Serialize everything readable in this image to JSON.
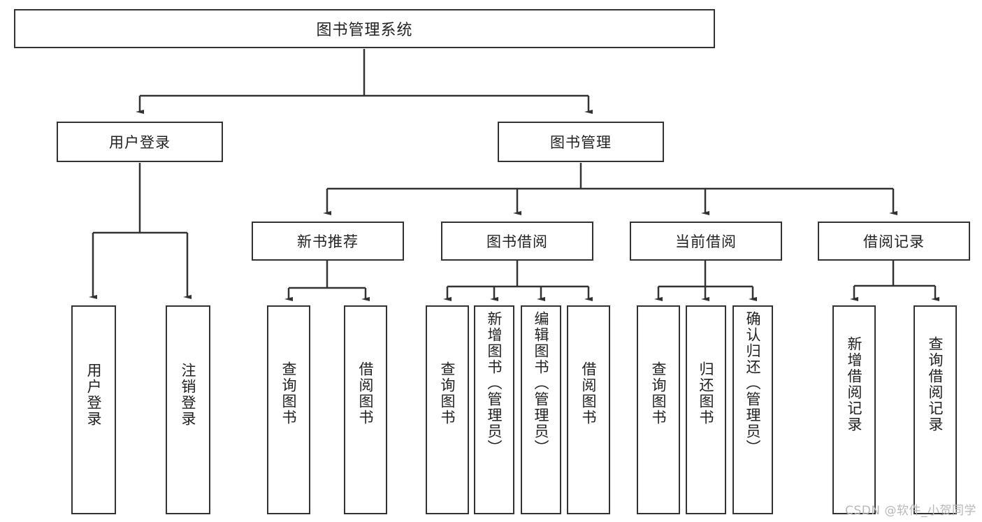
{
  "diagram": {
    "title": "图书管理系统",
    "root": {
      "label": "图书管理系统"
    },
    "level2": [
      {
        "label": "用户登录"
      },
      {
        "label": "图书管理"
      }
    ],
    "level3": [
      {
        "label": "新书推荐"
      },
      {
        "label": "图书借阅"
      },
      {
        "label": "当前借阅"
      },
      {
        "label": "借阅记录"
      }
    ],
    "leaves": {
      "user_login": [
        {
          "label": "用户登录"
        },
        {
          "label": "注销登录"
        }
      ],
      "new_book_recommend": [
        {
          "label": "查询图书"
        },
        {
          "label": "借阅图书"
        }
      ],
      "book_borrow": [
        {
          "label": "查询图书"
        },
        {
          "label": "新增图书（管理员）"
        },
        {
          "label": "编辑图书（管理员）"
        },
        {
          "label": "借阅图书"
        }
      ],
      "current_borrow": [
        {
          "label": "查询图书"
        },
        {
          "label": "归还图书"
        },
        {
          "label": "确认归还（管理员）"
        }
      ],
      "borrow_record": [
        {
          "label": "新增借阅记录"
        },
        {
          "label": "查询借阅记录"
        }
      ]
    },
    "watermark": "CSDN @软件_小贺同学",
    "colors": {
      "border": "#333333",
      "text": "#222222",
      "background": "#ffffff",
      "watermark": "#b8b8b8"
    }
  }
}
